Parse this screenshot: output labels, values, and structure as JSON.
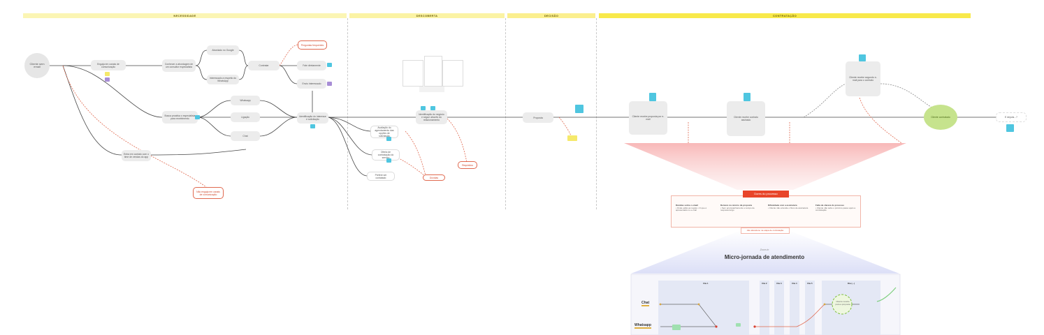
{
  "phases": [
    {
      "label": "NECESSIDADE"
    },
    {
      "label": "DESCOBERTA"
    },
    {
      "label": "DECISÃO"
    },
    {
      "label": "CONTRATAÇÃO"
    }
  ],
  "nodes": {
    "start": "Cliente sem email",
    "n_engaja": "Engaja em canais de comunicação",
    "n_conhecer": "Conhecer a abordagem de um consultor especialista",
    "n_abordado": "Abordado no Google",
    "n_interesse": "Interessado a respeito do WhatsApp",
    "n_contratar": "Contratar",
    "n_final_fale": "Fale diretamente",
    "n_envio": "Envio interessado",
    "n_busca": "Busca proativa o especialista para recebimento",
    "n_whatsapp": "Whatsapp",
    "n_ligacao": "Ligação",
    "n_chat": "Chat",
    "n_entra": "Entra em contato com o time de vendas do app",
    "n_identifica": "Identificação do interesse e solicitação",
    "n_aval1": "Avaliação do agendamento das opções de solicitação",
    "n_aval2": "Oferta de contratação do serviço",
    "n_prefere": "Prefere ser contatado",
    "n_integra": "Identificação do negócio e segue através do relacionamento",
    "n_proposta": "Proposta",
    "n_cliente_recebe": "Cliente recebe proposta por e-mail",
    "n_cliente_contrato": "Cliente recebe contrato assinado",
    "n_cliente_segundo": "Cliente recebe segundo e-mail para o contrato",
    "n_end": "Cliente contratado",
    "n_depois": "E depois...?"
  },
  "red_notes": {
    "r1": "Perguntas frequentes",
    "r2": "Não engaja em canais de comunicação",
    "r3": "Dúvidas",
    "r4": "Requisitos"
  },
  "pain": {
    "title": "Dores do processo",
    "cols": [
      {
        "head": "Dúvidas sobre o email",
        "text": "• Onde estão as regras • O que é apresentado no e-mail"
      },
      {
        "head": "Demora no retorno da proposta",
        "text": "• Sem acompanhamento e tempo de resposta longo"
      },
      {
        "head": "Dificuldade com a assinatura",
        "text": "• Cliente não entende o fluxo de assinatura"
      },
      {
        "head": "Falta de clareza do processo",
        "text": "• Cliente não sabe o próximo passo após a contratação"
      }
    ],
    "footer": "Alto abandono na etapa de contratação"
  },
  "micro": {
    "kicker": "Zoom in",
    "title": "Micro-jornada de atendimento",
    "days": [
      "Dia 1",
      "Dia 2",
      "Dia 3",
      "Dia 4",
      "Dia 5",
      "Dia (...)"
    ],
    "channels": [
      "Chat",
      "Whatsapp"
    ],
    "goal": "Cliente recebe para a proposta"
  }
}
